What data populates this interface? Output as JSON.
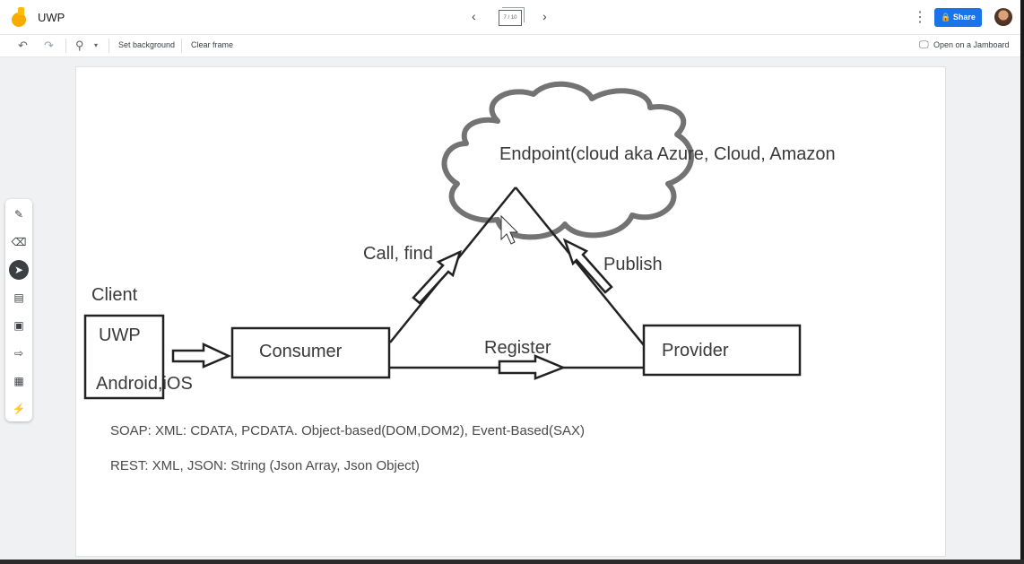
{
  "app": {
    "title": "UWP",
    "frame_indicator": "7 / 10",
    "share_label": "Share",
    "colors": {
      "share": "#1a73e8",
      "logo": "#f9ab00"
    }
  },
  "toolbar": {
    "undo_icon": "undo-icon",
    "redo_icon": "redo-icon",
    "zoom_icon": "zoom-icon",
    "set_background_label": "Set background",
    "clear_frame_label": "Clear frame",
    "open_jamboard_label": "Open on a Jamboard"
  },
  "side_tools": [
    "pen-icon",
    "eraser-icon",
    "select-icon",
    "sticky-note-icon",
    "image-icon",
    "shape-icon",
    "text-box-icon",
    "laser-icon"
  ],
  "board": {
    "cloud_label": "Endpoint(cloud aka Azure, Cloud, Amazon",
    "call_find": "Call, find",
    "publish": "Publish",
    "client": "Client",
    "uwp": "UWP",
    "android_ios": "Android,iOS",
    "consumer": "Consumer",
    "register": "Register",
    "provider": "Provider",
    "soap_line": "SOAP: XML: CDATA, PCDATA. Object-based(DOM,DOM2), Event-Based(SAX)",
    "rest_line": "REST: XML, JSON: String (Json Array, Json Object)"
  }
}
